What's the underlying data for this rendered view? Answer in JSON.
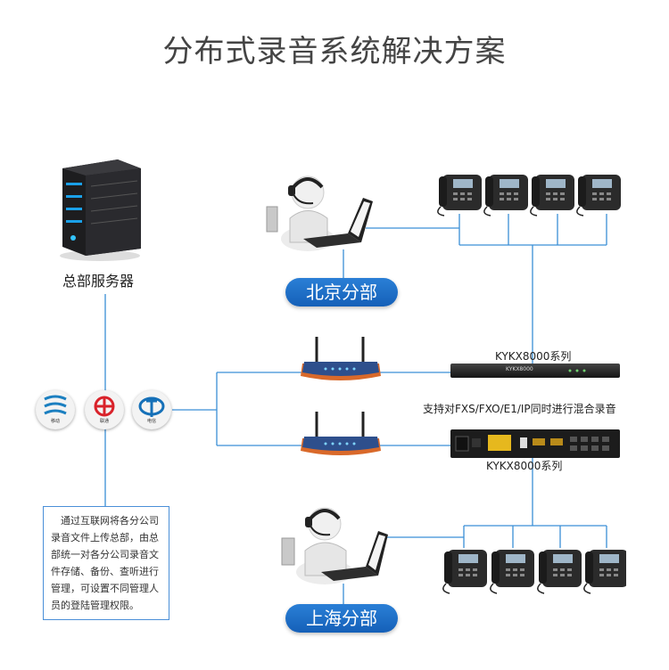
{
  "title": "分布式录音系统解决方案",
  "hq_server_label": "总部服务器",
  "beijing_label": "北京分部",
  "shanghai_label": "上海分部",
  "device_top_label": "KYKX8000系列",
  "device_bottom_label": "KYKX8000系列",
  "device_panel_text": "KYKX8000",
  "mixed_recording_label": "支持对FXS/FXO/E1/IP同时进行混合录音",
  "carriers": [
    {
      "name": "移动",
      "color": "#1b7fc0"
    },
    {
      "name": "联通",
      "color": "#d9222a"
    },
    {
      "name": "电信",
      "color": "#1570b8"
    }
  ],
  "note": "通过互联网将各分公司录音文件上传总部，由总部统一对各分公司录音文件存储、备份、查听进行管理，可设置不同管理人员的登陆管理权限。",
  "colors": {
    "wire": "#3a8fd6",
    "accent": "#1a66c0"
  }
}
